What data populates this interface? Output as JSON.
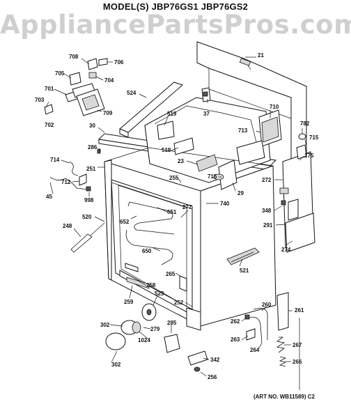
{
  "header": {
    "model_line": "MODEL(S) JBP76GS1  JBP76GS2",
    "watermark": "AppliancePartsPros.com"
  },
  "footer": {
    "art_number": "(ART NO. WB11589) C2"
  },
  "part_labels": [
    {
      "id": "p708",
      "text": "708"
    },
    {
      "id": "p706",
      "text": "706"
    },
    {
      "id": "p705",
      "text": "705"
    },
    {
      "id": "p704",
      "text": "704"
    },
    {
      "id": "p701",
      "text": "701"
    },
    {
      "id": "p703",
      "text": "703"
    },
    {
      "id": "p702",
      "text": "702"
    },
    {
      "id": "p709",
      "text": "709"
    },
    {
      "id": "p524",
      "text": "524"
    },
    {
      "id": "p21",
      "text": "21"
    },
    {
      "id": "p37",
      "text": "37"
    },
    {
      "id": "p710",
      "text": "710"
    },
    {
      "id": "p519",
      "text": "519"
    },
    {
      "id": "p713",
      "text": "713"
    },
    {
      "id": "p782",
      "text": "782"
    },
    {
      "id": "p715a",
      "text": "715"
    },
    {
      "id": "p30",
      "text": "30"
    },
    {
      "id": "p286",
      "text": "286"
    },
    {
      "id": "p518",
      "text": "518"
    },
    {
      "id": "p275",
      "text": "275"
    },
    {
      "id": "p714",
      "text": "714"
    },
    {
      "id": "p251",
      "text": "251"
    },
    {
      "id": "p23",
      "text": "23"
    },
    {
      "id": "p255",
      "text": "255"
    },
    {
      "id": "p715b",
      "text": "715"
    },
    {
      "id": "p29",
      "text": "29"
    },
    {
      "id": "p712",
      "text": "712"
    },
    {
      "id": "p272",
      "text": "272"
    },
    {
      "id": "p45",
      "text": "45"
    },
    {
      "id": "p998",
      "text": "998"
    },
    {
      "id": "p740",
      "text": "740"
    },
    {
      "id": "p277",
      "text": "277"
    },
    {
      "id": "p348",
      "text": "348"
    },
    {
      "id": "p520",
      "text": "520"
    },
    {
      "id": "p651",
      "text": "651"
    },
    {
      "id": "p652",
      "text": "652"
    },
    {
      "id": "p291",
      "text": "291"
    },
    {
      "id": "p248",
      "text": "248"
    },
    {
      "id": "p274",
      "text": "274"
    },
    {
      "id": "p650",
      "text": "650"
    },
    {
      "id": "p521",
      "text": "521"
    },
    {
      "id": "p265",
      "text": "265"
    },
    {
      "id": "p258",
      "text": "258"
    },
    {
      "id": "p523",
      "text": "523"
    },
    {
      "id": "p259",
      "text": "259"
    },
    {
      "id": "p252",
      "text": "252"
    },
    {
      "id": "p260",
      "text": "260"
    },
    {
      "id": "p261",
      "text": "261"
    },
    {
      "id": "p302a",
      "text": "302"
    },
    {
      "id": "p279",
      "text": "279"
    },
    {
      "id": "p285",
      "text": "285"
    },
    {
      "id": "p262",
      "text": "262"
    },
    {
      "id": "p1024",
      "text": "1024"
    },
    {
      "id": "p263",
      "text": "263"
    },
    {
      "id": "p267",
      "text": "267"
    },
    {
      "id": "p264",
      "text": "264"
    },
    {
      "id": "p342",
      "text": "342"
    },
    {
      "id": "p302b",
      "text": "302"
    },
    {
      "id": "p266",
      "text": "266"
    },
    {
      "id": "p256",
      "text": "256"
    }
  ]
}
